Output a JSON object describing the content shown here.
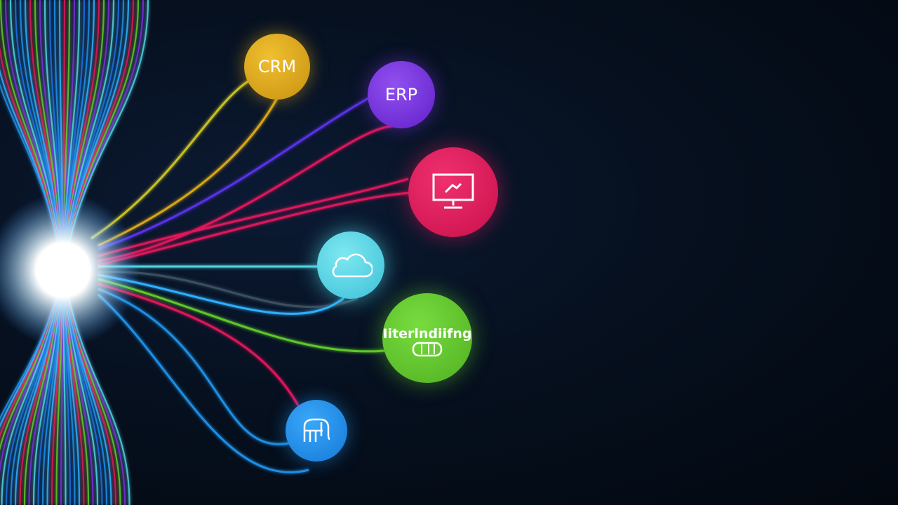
{
  "nodes": [
    {
      "id": "crm",
      "label": "CRM",
      "color": "#d9a616",
      "icon": null
    },
    {
      "id": "erp",
      "label": "ERP",
      "color": "#7a2fd8",
      "icon": null
    },
    {
      "id": "monitor",
      "label": "",
      "color": "#e0185a",
      "icon": "monitor-icon"
    },
    {
      "id": "cloud",
      "label": "",
      "color": "#4fd2e0",
      "icon": "cloud-icon"
    },
    {
      "id": "green",
      "label": "Iiterlndiifng",
      "color": "#5fc72c",
      "icon": "device-icon"
    },
    {
      "id": "blue",
      "label": "",
      "color": "#1e8fe6",
      "icon": "elephant-icon"
    }
  ],
  "hub_color": "#ffffff",
  "background": "#06101f"
}
